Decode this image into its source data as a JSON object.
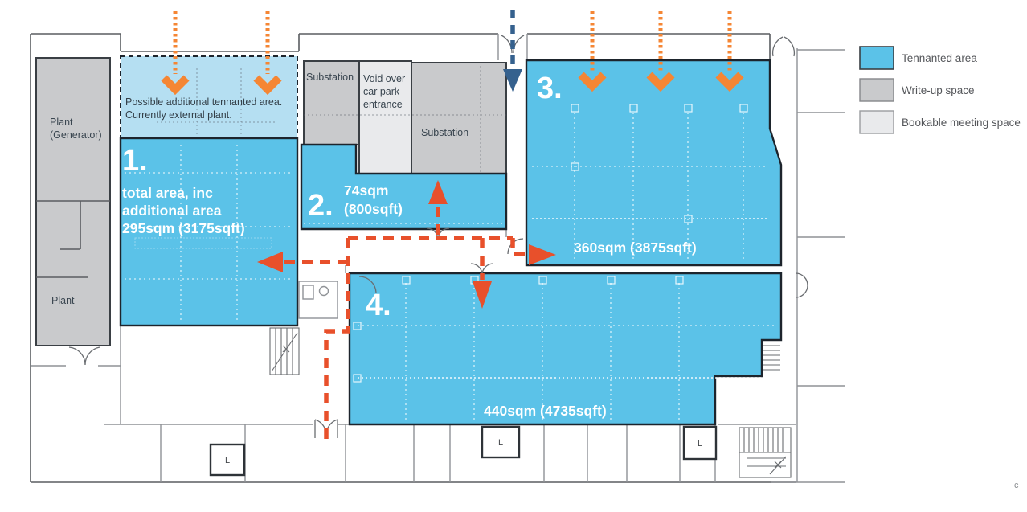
{
  "legend": {
    "items": [
      {
        "label": "Tennanted area",
        "color": "#5BC2E8"
      },
      {
        "label": "Write-up space",
        "color": "#C9CACC"
      },
      {
        "label": "Bookable meeting space",
        "color": "#E9EAEC"
      }
    ]
  },
  "zones": [
    {
      "number_label": "1.",
      "line1": "total area, inc",
      "line2": "additional area",
      "line3": "295sqm (3175sqft)"
    },
    {
      "number_label": "2.",
      "line1": "74sqm",
      "line2": "(800sqft)"
    },
    {
      "number_label": "3.",
      "area_label": "360sqm (3875sqft)"
    },
    {
      "number_label": "4.",
      "area_label": "440sqm (4735sqft)"
    }
  ],
  "notes": {
    "possible_area_line1": "Possible additional tennanted area.",
    "possible_area_line2": "Currently external plant."
  },
  "rooms": {
    "plant_generator_line1": "Plant",
    "plant_generator_line2": "(Generator)",
    "plant_lower": "Plant",
    "substation_left": "Substation",
    "substation_right": "Substation",
    "void_line1": "Void over",
    "void_line2": "car park",
    "void_line3": "entrance"
  },
  "plan": {
    "lift_label": "L"
  },
  "footer": {
    "mark": "c"
  },
  "colors": {
    "tenanted": "#5BC2E8",
    "tenanted_light": "#B5DFF2",
    "write_up": "#C9CACC",
    "bookable": "#E9EAEC",
    "entry_arrow": "#F58634",
    "route_arrow": "#E8502B",
    "main_entrance_arrow": "#35618E"
  }
}
